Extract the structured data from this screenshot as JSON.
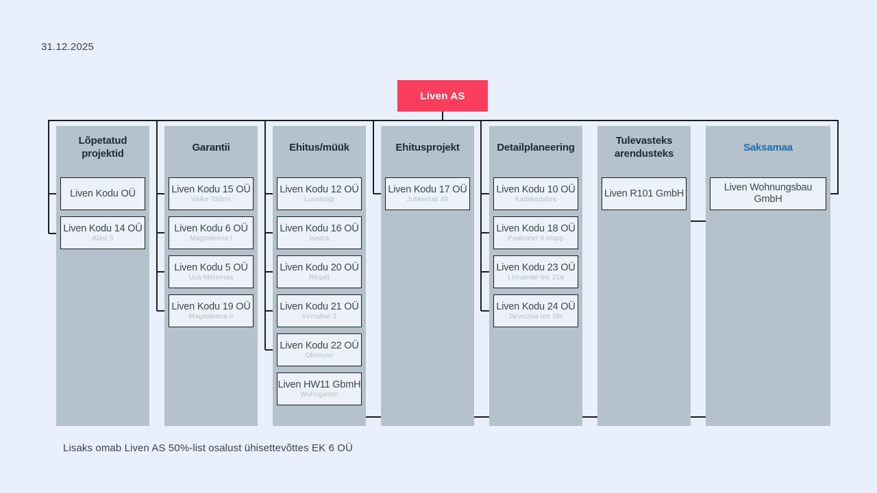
{
  "date": "31.12.2025",
  "root": {
    "label": "Liven AS"
  },
  "footnote": "Lisaks omab Liven AS 50%-list osalust ühisettevõttes EK 6 OÜ",
  "colors": {
    "page-bg": "#eaf0fb",
    "panel": "#b5c1cb",
    "box-bg": "#edf2fa",
    "line": "#1a1d21",
    "accent": "#f93d5c",
    "accent-text": "#ffffff",
    "header-text": "#202b36",
    "saksamaa-blue": "#1a6cb5",
    "box-text": "#3f464c",
    "box-subtext": "#b3bfca",
    "note-text": "#3d434a"
  },
  "columns": [
    {
      "title": "Lõpetatud projektid",
      "boxes": [
        {
          "name": "Liven Kodu OÜ"
        },
        {
          "name": "Liven Kodu 14 OÜ",
          "subtitle": "Alasi 5"
        }
      ]
    },
    {
      "title": "Garantii",
      "boxes": [
        {
          "name": "Liven Kodu 15 OÜ",
          "subtitle": "Väike-Tallinn"
        },
        {
          "name": "Liven Kodu 6 OÜ",
          "subtitle": "Magdaleena I"
        },
        {
          "name": "Liven Kodu 5 OÜ",
          "subtitle": "Uus-Meremaa"
        },
        {
          "name": "Liven Kodu 19 OÜ",
          "subtitle": "Magdaleena II"
        }
      ]
    },
    {
      "title": "Ehitus/müük",
      "boxes": [
        {
          "name": "Liven Kodu 12 OÜ",
          "subtitle": "Luuslangi"
        },
        {
          "name": "Liven Kodu 16 OÜ",
          "subtitle": "Iseära"
        },
        {
          "name": "Liven Kodu 20 OÜ",
          "subtitle": "Regati"
        },
        {
          "name": "Liven Kodu 21 OÜ",
          "subtitle": "Virmalise 3"
        },
        {
          "name": "Liven Kodu 22 OÜ",
          "subtitle": "Olemuse"
        },
        {
          "name": "Liven HW11 GbmH",
          "subtitle": "Wohngarten"
        }
      ]
    },
    {
      "title": "Ehitusprojekt",
      "boxes": [
        {
          "name": "Liven Kodu 17 OÜ",
          "subtitle": "Juhkentali 48"
        }
      ]
    },
    {
      "title": "Detailplaneering",
      "boxes": [
        {
          "name": "Liven Kodu 10 OÜ",
          "subtitle": "Kadakadabra"
        },
        {
          "name": "Liven Kodu 18 OÜ",
          "subtitle": "Peakorter II etapp"
        },
        {
          "name": "Liven Kodu 23 OÜ",
          "subtitle": "Linnamäe tee 21a"
        },
        {
          "name": "Liven Kodu 24 OÜ",
          "subtitle": "Järveotsa tee 16c"
        }
      ]
    },
    {
      "title": "Tulevasteks arendusteks",
      "boxes": [
        {
          "name": "Liven R101 GmbH"
        }
      ]
    },
    {
      "title": "Saksamaa",
      "boxes": [
        {
          "name": "Liven Wohnungsbau GmbH"
        }
      ]
    }
  ]
}
